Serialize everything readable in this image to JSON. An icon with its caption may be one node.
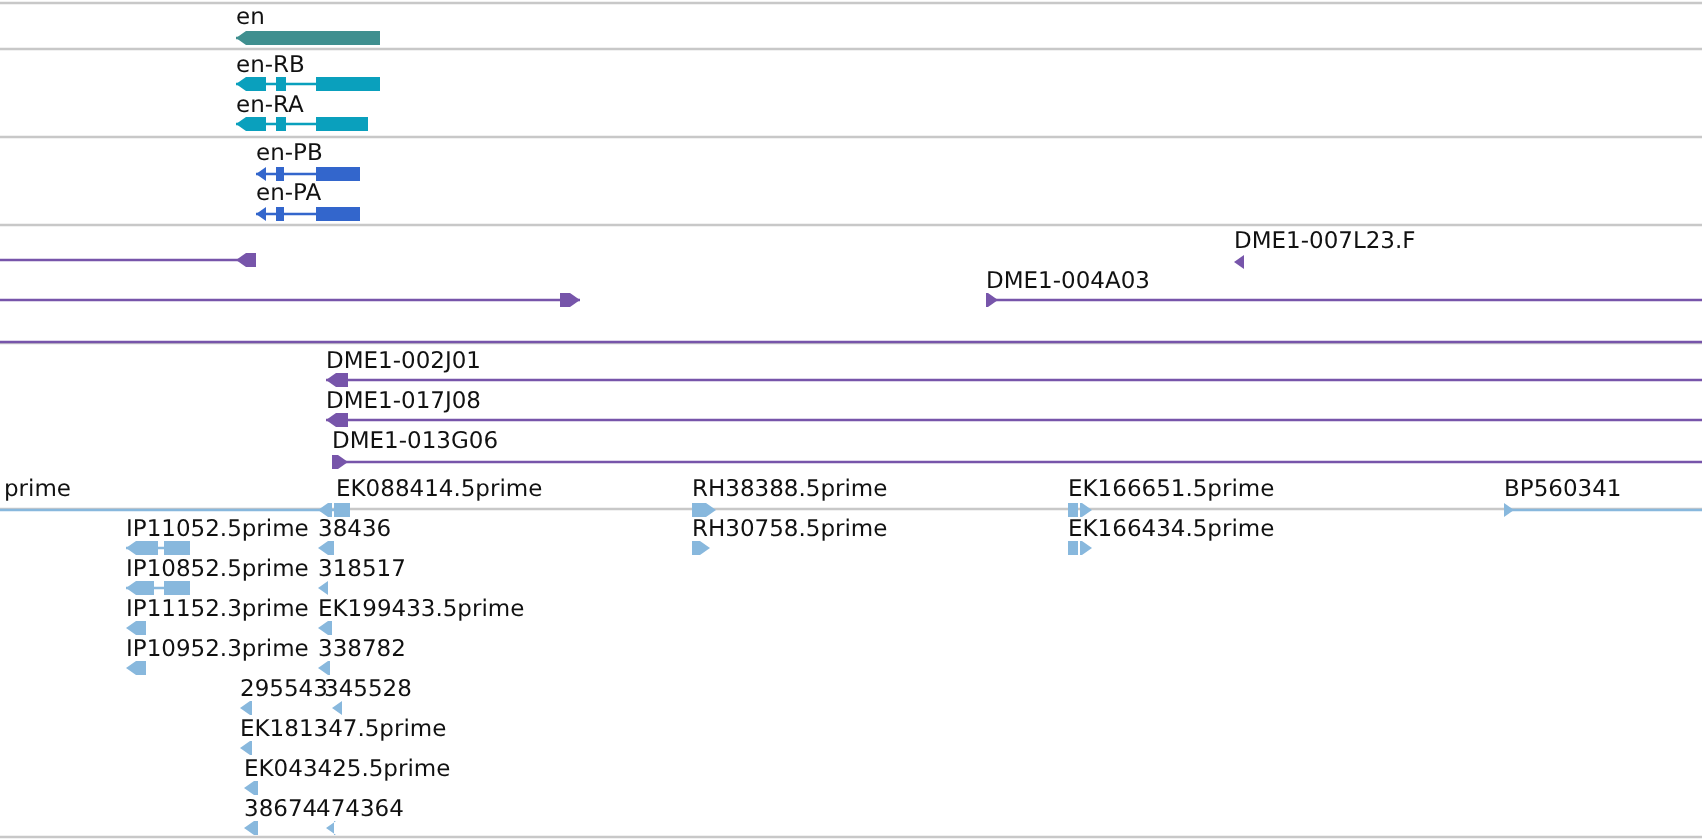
{
  "diagram": {
    "labels": [
      "en",
      "en-RB",
      "en-RA",
      "en-PB",
      "en-PA",
      "DME1-007L23.F",
      "DME1-004A03",
      "DME1-002J01",
      "DME1-017J08",
      "DME1-013G06",
      "prime",
      "EK088414.5prime",
      "RH38388.5prime",
      "EK166651.5prime",
      "BP560341",
      "IP11052.5prime",
      "38436",
      "RH30758.5prime",
      "EK166434.5prime",
      "IP10852.5prime",
      "318517",
      "IP11152.3prime",
      "EK199433.5prime",
      "IP10952.3prime",
      "338782",
      "295543",
      "345528",
      "EK181347.5prime",
      "EK043425.5prime",
      "38674",
      "474364"
    ]
  }
}
